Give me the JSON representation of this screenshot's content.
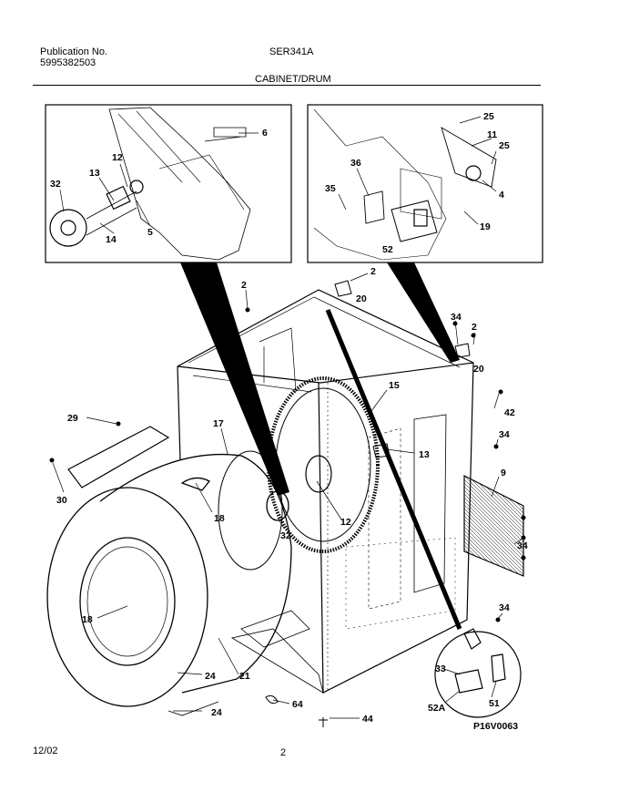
{
  "header": {
    "pub_label": "Publication No.",
    "pub_number": "5995382503",
    "model": "SER341A",
    "section": "CABINET/DRUM"
  },
  "callouts": {
    "c6": "6",
    "c12a": "12",
    "c13a": "13",
    "c32a": "32",
    "c14": "14",
    "c5": "5",
    "c25a": "25",
    "c11": "11",
    "c25b": "25",
    "c36": "36",
    "c35": "35",
    "c4": "4",
    "c19": "19",
    "c52": "52",
    "c2a": "2",
    "c20a": "20",
    "c2b": "2",
    "c34a": "34",
    "c2c": "2",
    "c20b": "20",
    "c15": "15",
    "c42": "42",
    "c34b": "34",
    "c29": "29",
    "c17": "17",
    "c13b": "13",
    "c9": "9",
    "c30": "30",
    "c18a": "18",
    "c12b": "12",
    "c32b": "32",
    "c34c": "34",
    "c34d": "34",
    "c18b": "18",
    "c33": "33",
    "c21": "21",
    "c24a": "24",
    "c24b": "24",
    "c64": "64",
    "c52A": "52A",
    "c51": "51",
    "c44": "44"
  },
  "figure_code": "P16V0063",
  "footer": {
    "date": "12/02",
    "page": "2"
  }
}
